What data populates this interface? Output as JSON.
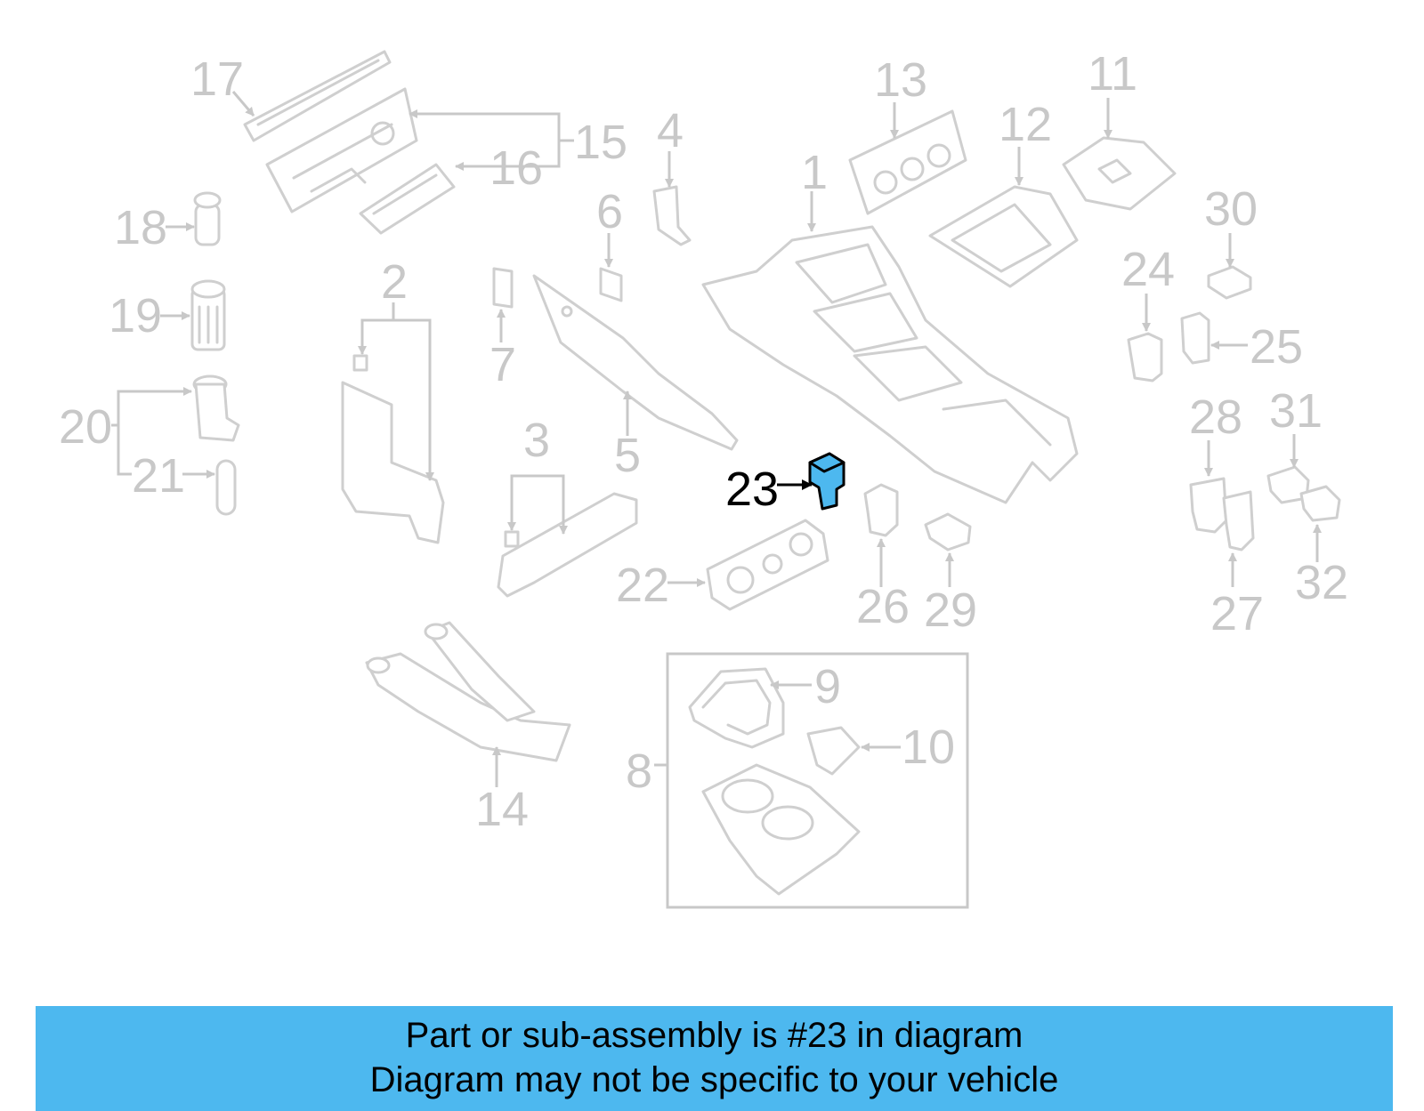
{
  "diagram": {
    "highlight_color": "#4db8ef",
    "callout_color": "#c8c8c8",
    "labels": {
      "l1": "1",
      "l2": "2",
      "l3": "3",
      "l4": "4",
      "l5": "5",
      "l6": "6",
      "l7": "7",
      "l8": "8",
      "l9": "9",
      "l10": "10",
      "l11": "11",
      "l12": "12",
      "l13": "13",
      "l14": "14",
      "l15": "15",
      "l16": "16",
      "l17": "17",
      "l18": "18",
      "l19": "19",
      "l20": "20",
      "l21": "21",
      "l22": "22",
      "l23": "23",
      "l24": "24",
      "l25": "25",
      "l26": "26",
      "l27": "27",
      "l28": "28",
      "l29": "29",
      "l30": "30",
      "l31": "31",
      "l32": "32"
    },
    "highlighted_part": "23"
  },
  "banner": {
    "line1": "Part or sub-assembly is #23 in diagram",
    "line2": "Diagram may not be specific to your vehicle",
    "background": "#4db8ef"
  }
}
